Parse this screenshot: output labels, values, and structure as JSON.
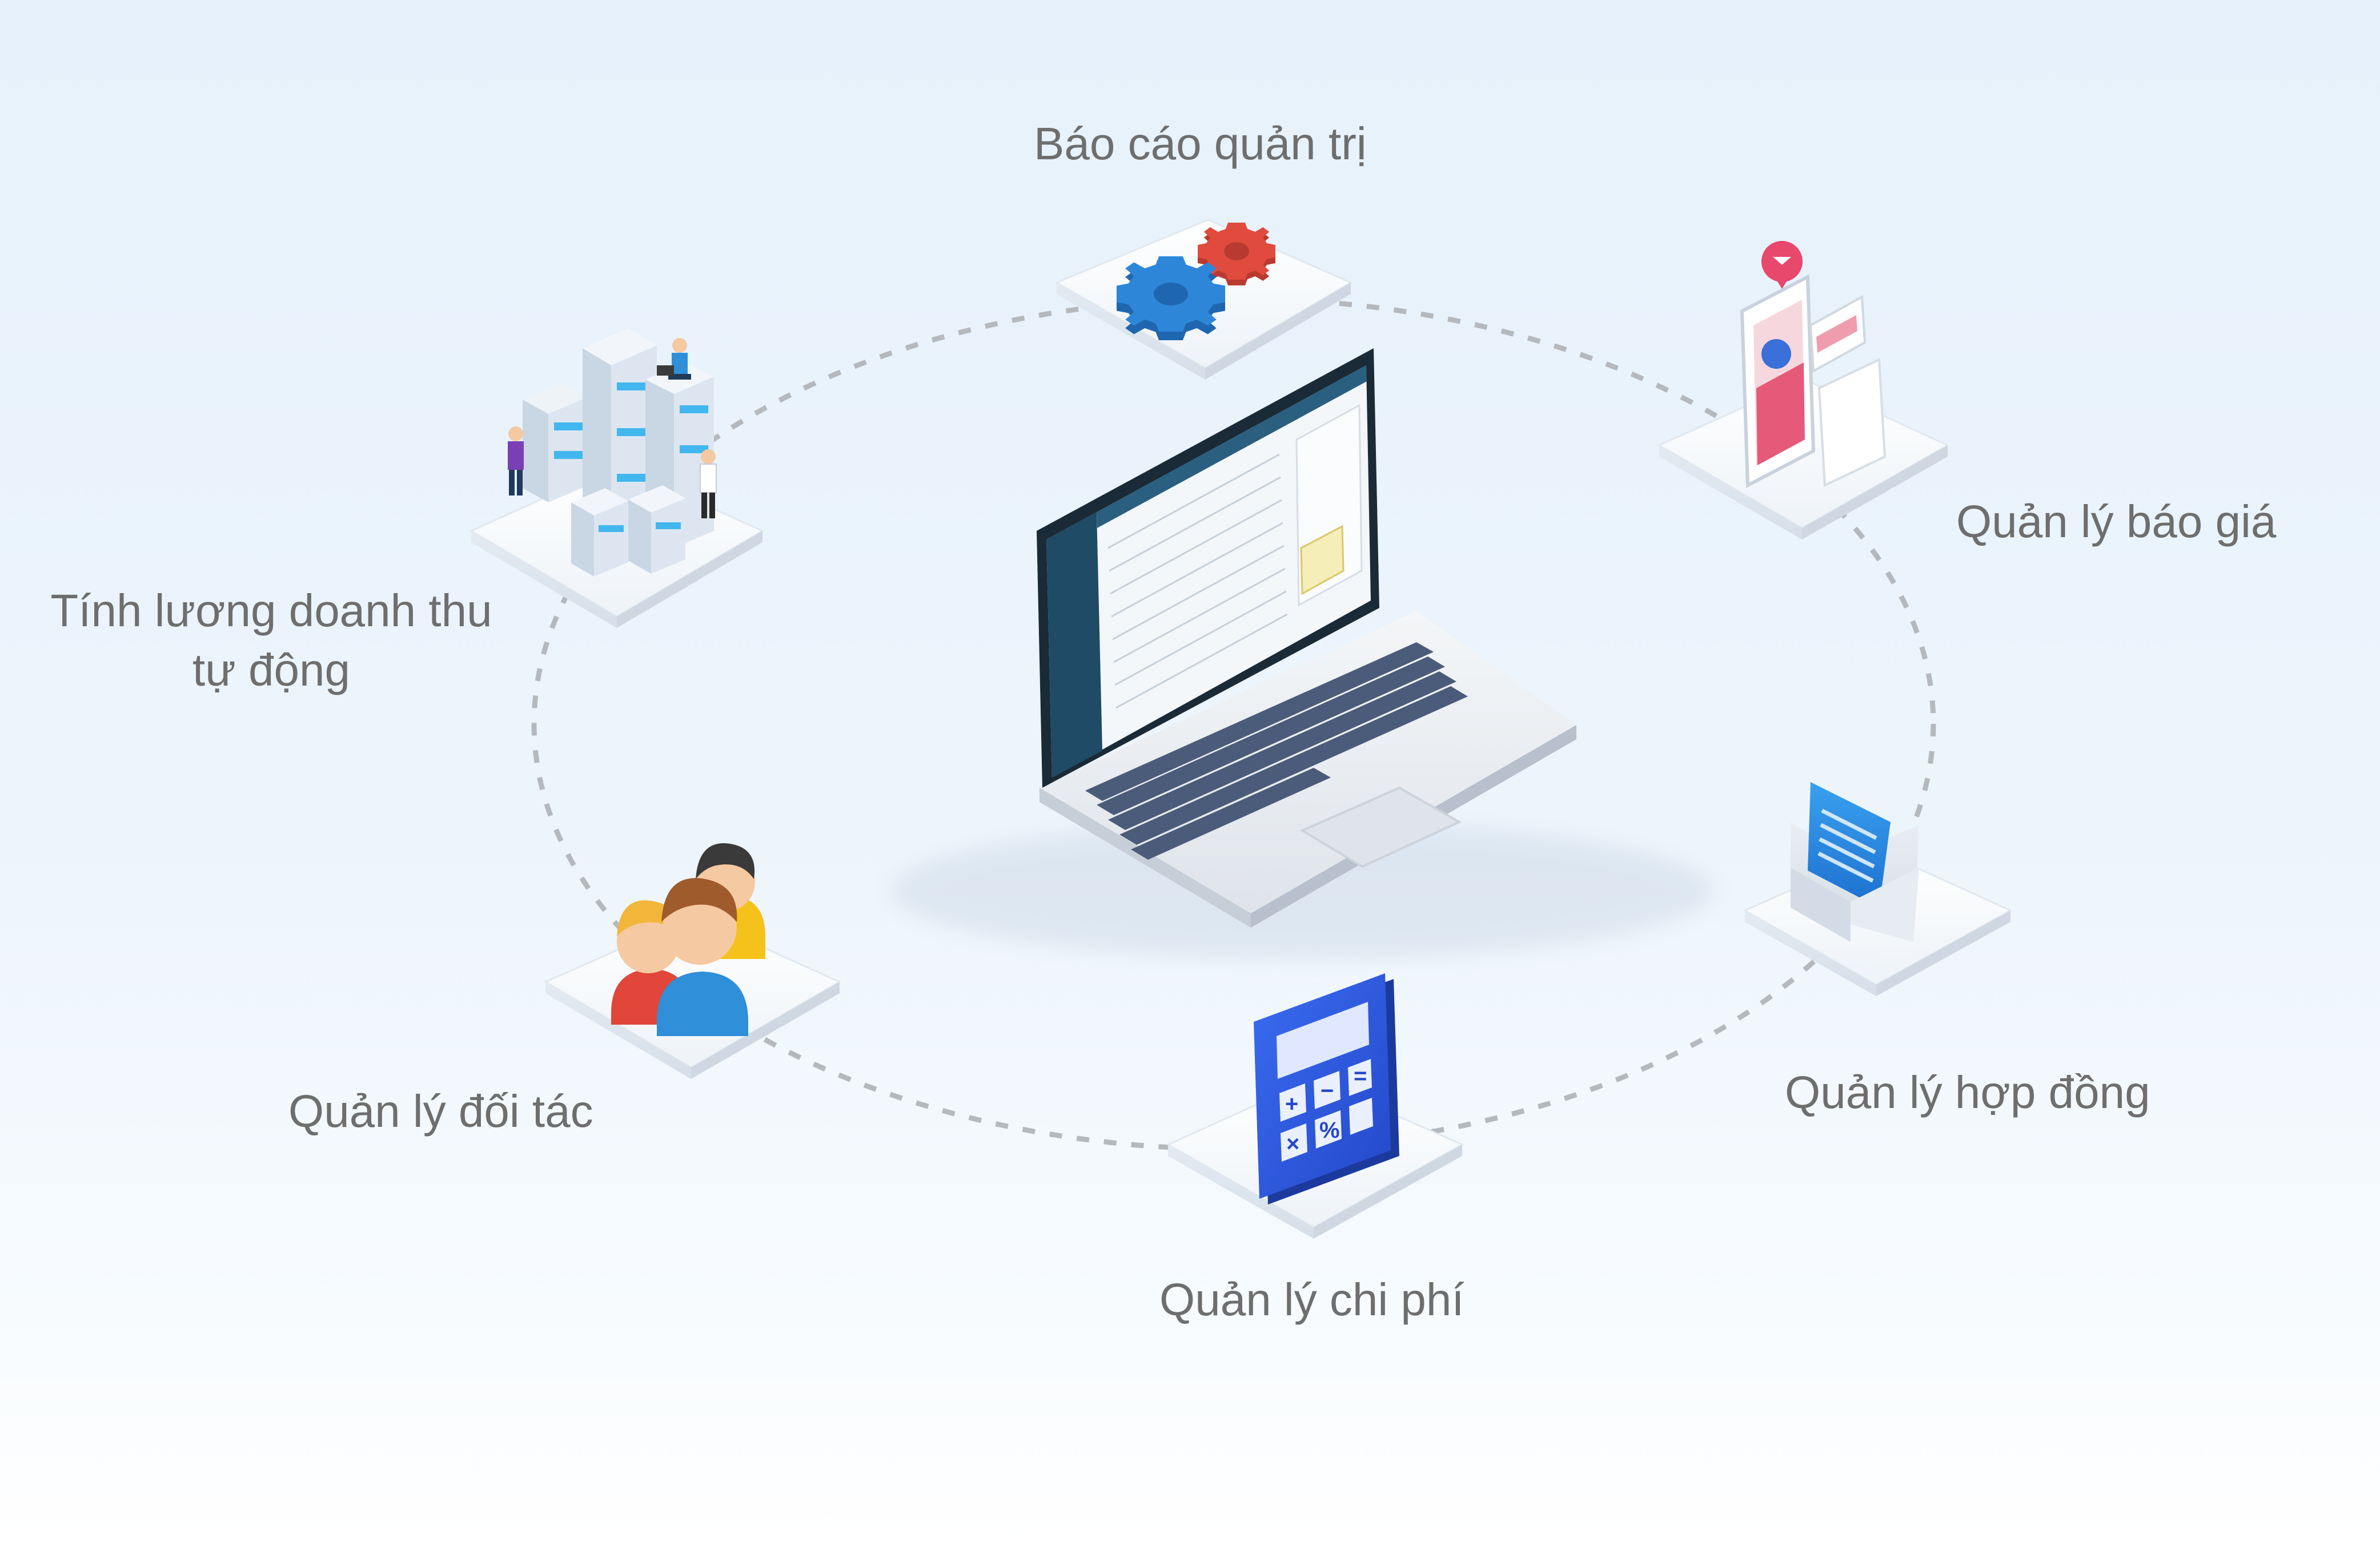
{
  "diagram": {
    "center": {
      "name": "laptop-app-screen"
    },
    "nodes": [
      {
        "id": "admin-report",
        "label": "Báo cáo quản trị",
        "icon": "gears-icon"
      },
      {
        "id": "quotation",
        "label": "Quản lý báo giá",
        "icon": "mobile-quotation-icon"
      },
      {
        "id": "contract",
        "label": "Quản lý hợp đồng",
        "icon": "envelope-document-icon"
      },
      {
        "id": "expense",
        "label": "Quản lý chi phí",
        "icon": "calculator-icon"
      },
      {
        "id": "partner",
        "label": "Quản lý đối tác",
        "icon": "people-group-icon"
      },
      {
        "id": "salary",
        "label_line1": "Tính lương doanh thu",
        "label_line2": "tự động",
        "icon": "server-people-icon"
      }
    ],
    "colors": {
      "label_text": "#6e6e6e",
      "connector": "#b5b9be",
      "gear_blue": "#2e86d8",
      "gear_red": "#e04b3e",
      "calculator": "#2f5ee8",
      "laptop_sidebar": "#1f4b66"
    }
  }
}
